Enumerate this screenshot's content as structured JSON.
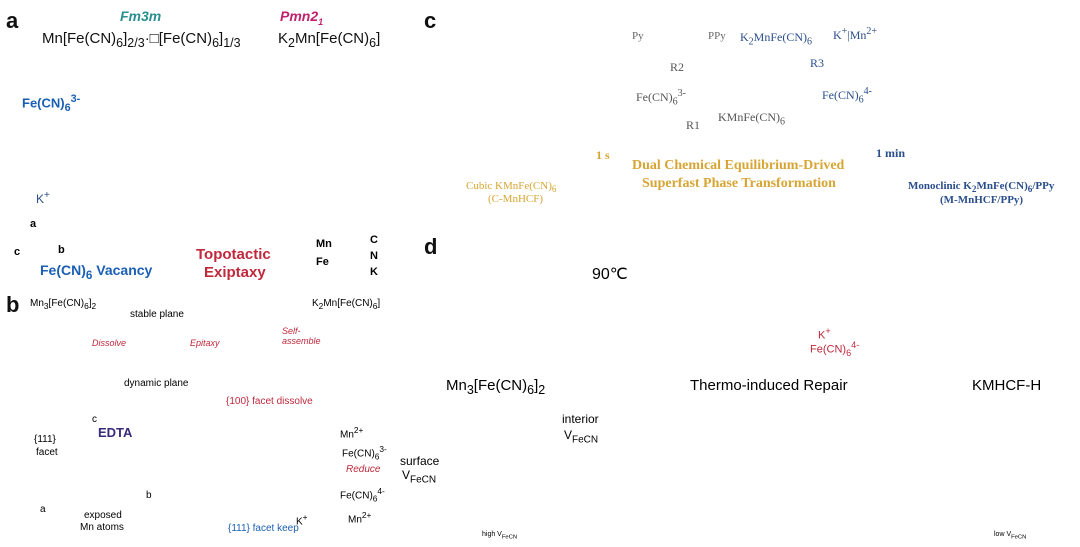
{
  "panel_a": {
    "label": "a",
    "space_group_left": "Fm3m",
    "space_group_right": "Pmn2",
    "space_group_right_sub": "1",
    "formula_left_html": "Mn[Fe(CN)<sub>6</sub>]<sub>2/3</sub>·□[Fe(CN)<sub>6</sub>]<sub>1/3</sub>",
    "formula_right_html": "K<sub>2</sub>Mn[Fe(CN)<sub>6</sub>]",
    "fecn6_label_html": "Fe(CN)<sub>6</sub><sup>3-</sup>",
    "kplus_label_html": "K<sup>+</sup>",
    "vacancy_label_html": "Fe(CN)<sub>6</sub> Vacancy",
    "topotactic_label": "Topotactic",
    "exiptaxy_label": "Exiptaxy",
    "axis_a": "a",
    "axis_b": "b",
    "axis_c": "c",
    "legend": {
      "mn": "Mn",
      "fe": "Fe",
      "c": "C",
      "n": "N",
      "k": "K"
    },
    "colors": {
      "mn": "#e8c032",
      "fe": "#2ea6dc",
      "k": "#d8246c",
      "c": "#f08080",
      "n": "#9aa3d6"
    }
  },
  "panel_b": {
    "label": "b",
    "start_formula_html": "Mn<sub>3</sub>[Fe(CN)<sub>6</sub>]<sub>2</sub>",
    "end_formula_html": "K<sub>2</sub>Mn[Fe(CN)<sub>6</sub>]",
    "stable_plane": "stable plane",
    "dynamic_plane": "dynamic plane",
    "step_dissolve": "Dissolve",
    "step_epitaxy": "Epitaxy",
    "step_self_assemble": "Self-assemble",
    "facet_111": "{111}",
    "facet_word": "facet",
    "edta": "EDTA",
    "exposed": "exposed",
    "mn_atoms": "Mn atoms",
    "axis_c": "c",
    "axis_b": "b",
    "axis_a": "a",
    "facet_100_dissolve": "{100} facet dissolve",
    "facet_111_keep": "{111} facet keep",
    "mn2_top_html": "Mn<sup>2+</sup>",
    "fecn_3_html": "Fe(CN)<sub>6</sub><sup>3-</sup>",
    "reduce": "Reduce",
    "fecn_4_html": "Fe(CN)<sub>6</sub><sup>4-</sup>",
    "kplus_html": "K<sup>+</sup>",
    "mn2_bottom_html": "Mn<sup>2+</sup>"
  },
  "panel_c": {
    "label": "c",
    "py": "Py",
    "ppy": "PPy",
    "kmnfe_top_html": "K<sub>2</sub>MnFe(CN)<sub>6</sub>",
    "k_mn_html": "K<sup>+</sup>|Mn<sup>2+</sup>",
    "r1": "R1",
    "r2": "R2",
    "r3": "R3",
    "fecn_left_html": "Fe(CN)<sub>6</sub><sup>3-</sup>",
    "fecn_right_html": "Fe(CN)<sub>6</sub><sup>4-</sup>",
    "kmnfe_bottom_html": "KMnFe(CN)<sub>6</sub>",
    "time_1s": "1 s",
    "time_1min": "1 min",
    "mechanism_line1": "Dual Chemical Equilibrium-Drived",
    "mechanism_line2": "Superfast Phase Transformation",
    "left_caption1_html": "Cubic KMnFe(CN)<sub>6</sub>",
    "left_caption2": "(C-MnHCF)",
    "right_caption1_html": "Monoclinic K<sub>2</sub>MnFe(CN)<sub>6</sub>/PPy",
    "right_caption2": "(M-MnHCF/PPy)"
  },
  "panel_d": {
    "label": "d",
    "temperature": "90℃",
    "kplus_html": "K<sup>+</sup>",
    "fecn_html": "Fe(CN)<sub>6</sub><sup>4-</sup>",
    "title_left_html": "Mn<sub>3</sub>[Fe(CN)<sub>6</sub>]<sub>2</sub>",
    "title_mid": "Thermo-induced Repair",
    "title_right": "KMHCF-H",
    "surface": "surface",
    "interior": "interior",
    "v_fecn_html": "V<sub>FeCN</sub>",
    "high_v_html": "high V<sub>FeCN</sub>",
    "low_v_html": "low V<sub>FeCN</sub>"
  }
}
